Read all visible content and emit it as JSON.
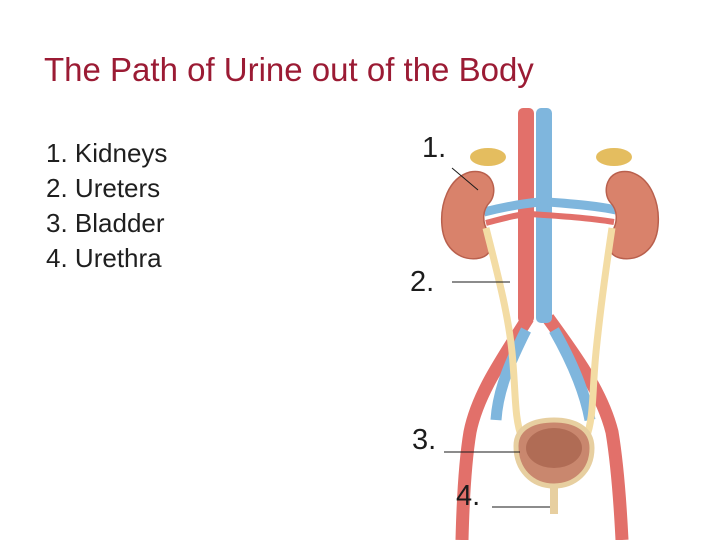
{
  "title": "The Path of Urine out of the Body",
  "steps": [
    {
      "number": "1.",
      "label": "Kidneys"
    },
    {
      "number": "2.",
      "label": "Ureters"
    },
    {
      "number": "3.",
      "label": "Bladder"
    },
    {
      "number": "4.",
      "label": "Urethra"
    }
  ],
  "callouts": [
    "1.",
    "2.",
    "3.",
    "4."
  ],
  "colors": {
    "title": "#9b1b34",
    "artery": "#e2706a",
    "vein": "#7fb6dd",
    "kidney": "#d9826b",
    "ureter": "#f3dca4",
    "bladder": "#c9876e"
  }
}
